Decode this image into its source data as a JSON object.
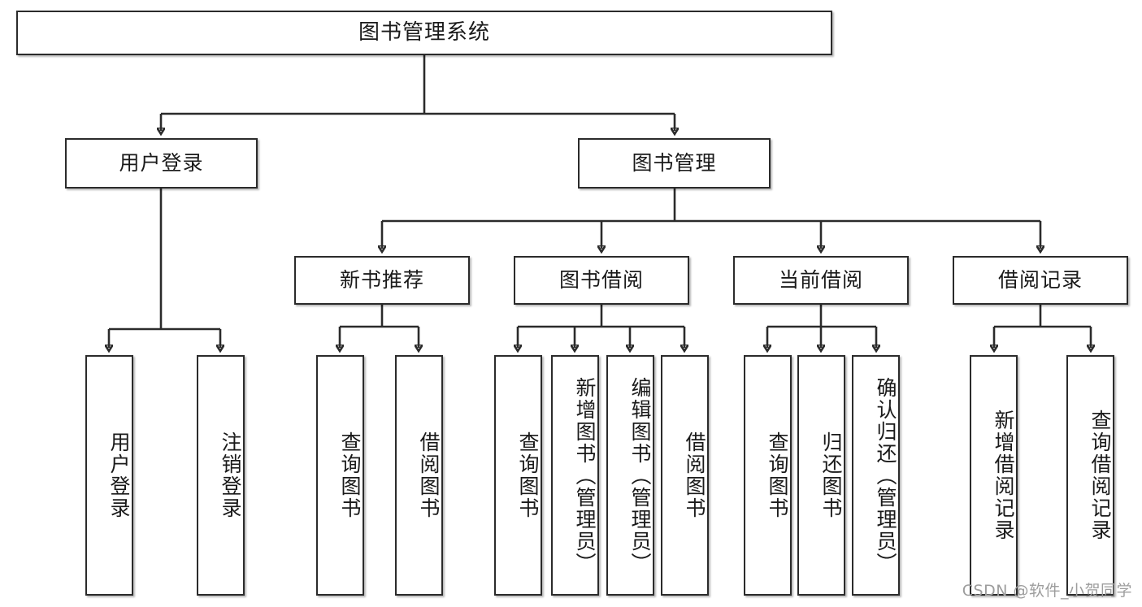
{
  "diagram": {
    "title": "图书管理系统",
    "type": "tree-hierarchy",
    "watermark": "CSDN @软件_小贺同学",
    "colors": {
      "border": "#2b2b2b",
      "background": "#ffffff",
      "text": "#1a1a1a",
      "watermark": "#9d9d9d"
    }
  },
  "nodes": {
    "root": {
      "label": "图书管理系统"
    },
    "level2": [
      {
        "label": "用户登录"
      },
      {
        "label": "图书管理"
      }
    ],
    "level3": [
      {
        "label": "新书推荐"
      },
      {
        "label": "图书借阅"
      },
      {
        "label": "当前借阅"
      },
      {
        "label": "借阅记录"
      }
    ],
    "leaves": {
      "user_login": [
        {
          "label": "用户登录"
        },
        {
          "label": "注销登录"
        }
      ],
      "new_book_recommend": [
        {
          "label": "查询图书"
        },
        {
          "label": "借阅图书"
        }
      ],
      "book_borrow": [
        {
          "label": "查询图书"
        },
        {
          "label": "新增图书（管理员）"
        },
        {
          "label": "编辑图书（管理员）"
        },
        {
          "label": "借阅图书"
        }
      ],
      "current_borrow": [
        {
          "label": "查询图书"
        },
        {
          "label": "归还图书"
        },
        {
          "label": "确认归还（管理员）"
        }
      ],
      "borrow_record": [
        {
          "label": "新增借阅记录"
        },
        {
          "label": "查询借阅记录"
        }
      ]
    }
  }
}
